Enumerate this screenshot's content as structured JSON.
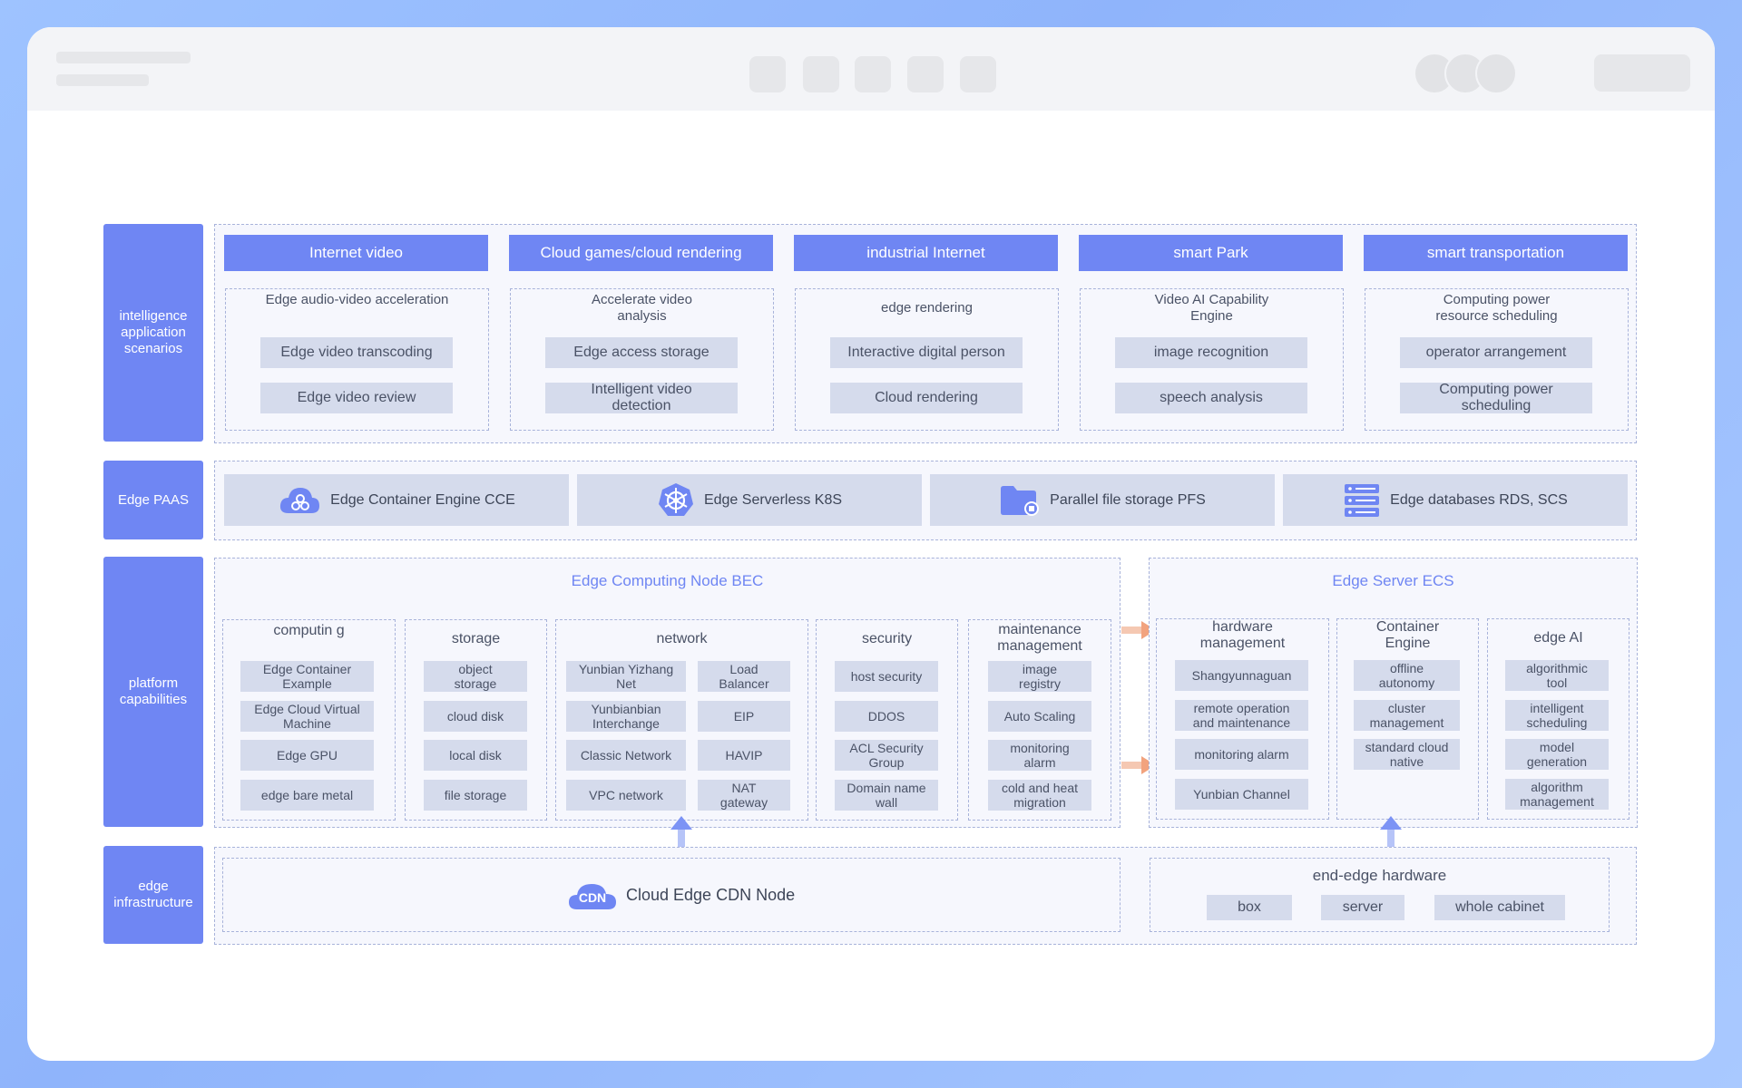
{
  "colors": {
    "accent": "#6f86f3",
    "chip_bg": "#d5dbec",
    "panel_bg": "#f6f7fd",
    "dash": "#a8b3da",
    "arrow_orange": "#f2a37e",
    "arrow_blue": "#7c93f5"
  },
  "layers": {
    "scenarios": "intelligence application scenarios",
    "paas": "Edge PAAS",
    "platform": "platform capabilities",
    "infra": "edge infrastructure"
  },
  "scenarios": [
    {
      "header": "Internet video",
      "title": "Edge audio-video acceleration",
      "items": [
        "Edge video transcoding",
        "Edge video review"
      ]
    },
    {
      "header": "Cloud games/cloud rendering",
      "title": "Accelerate video analysis",
      "items": [
        "Edge access storage",
        "Intelligent video detection"
      ]
    },
    {
      "header": "industrial Internet",
      "title": "edge rendering",
      "items": [
        "Interactive digital person",
        "Cloud rendering"
      ]
    },
    {
      "header": "smart Park",
      "title": "Video AI Capability Engine",
      "items": [
        "image recognition",
        "speech analysis"
      ]
    },
    {
      "header": "smart transportation",
      "title": "Computing power resource scheduling",
      "items": [
        "operator arrangement",
        "Computing power scheduling"
      ]
    }
  ],
  "paas": [
    {
      "label": "Edge Container Engine CCE",
      "icon": "cloud-cluster-icon"
    },
    {
      "label": "Edge Serverless K8S",
      "icon": "kubernetes-icon"
    },
    {
      "label": "Parallel file storage PFS",
      "icon": "folder-storage-icon"
    },
    {
      "label": "Edge databases RDS, SCS",
      "icon": "server-rack-icon"
    }
  ],
  "bec": {
    "title": "Edge Computing Node BEC",
    "computing": {
      "title": "computin g",
      "items": [
        "Edge Container Example",
        "Edge Cloud Virtual Machine",
        "Edge GPU",
        "edge bare metal"
      ]
    },
    "storage": {
      "title": "storage",
      "items": [
        "object storage",
        "cloud disk",
        "local disk",
        "file storage"
      ]
    },
    "network": {
      "title": "network",
      "left": [
        "Yunbian Yizhang Net",
        "Yunbianbian Interchange",
        "Classic Network",
        "VPC network"
      ],
      "right": [
        "Load Balancer",
        "EIP",
        "HAVIP",
        "NAT gateway"
      ]
    },
    "security": {
      "title": "security",
      "items": [
        "host security",
        "DDOS",
        "ACL Security Group",
        "Domain name wall"
      ]
    },
    "maintenance": {
      "title": "maintenance management",
      "items": [
        "image registry",
        "Auto Scaling",
        "monitoring alarm",
        "cold and heat migration"
      ]
    }
  },
  "ecs": {
    "title": "Edge Server ECS",
    "hardware": {
      "title": "hardware management",
      "items": [
        "Shangyunnaguan",
        "remote operation and maintenance",
        "monitoring alarm",
        "Yunbian Channel"
      ]
    },
    "container": {
      "title": "Container Engine",
      "items": [
        "offline autonomy",
        "cluster management",
        "standard cloud native"
      ]
    },
    "ai": {
      "title": "edge AI",
      "items": [
        "algorithmic tool",
        "intelligent scheduling",
        "model generation",
        "algorithm management"
      ]
    }
  },
  "infra": {
    "cdn_badge": "CDN",
    "cdn_label": "Cloud Edge CDN Node",
    "hw_title": "end-edge hardware",
    "hw_items": [
      "box",
      "server",
      "whole cabinet"
    ]
  }
}
